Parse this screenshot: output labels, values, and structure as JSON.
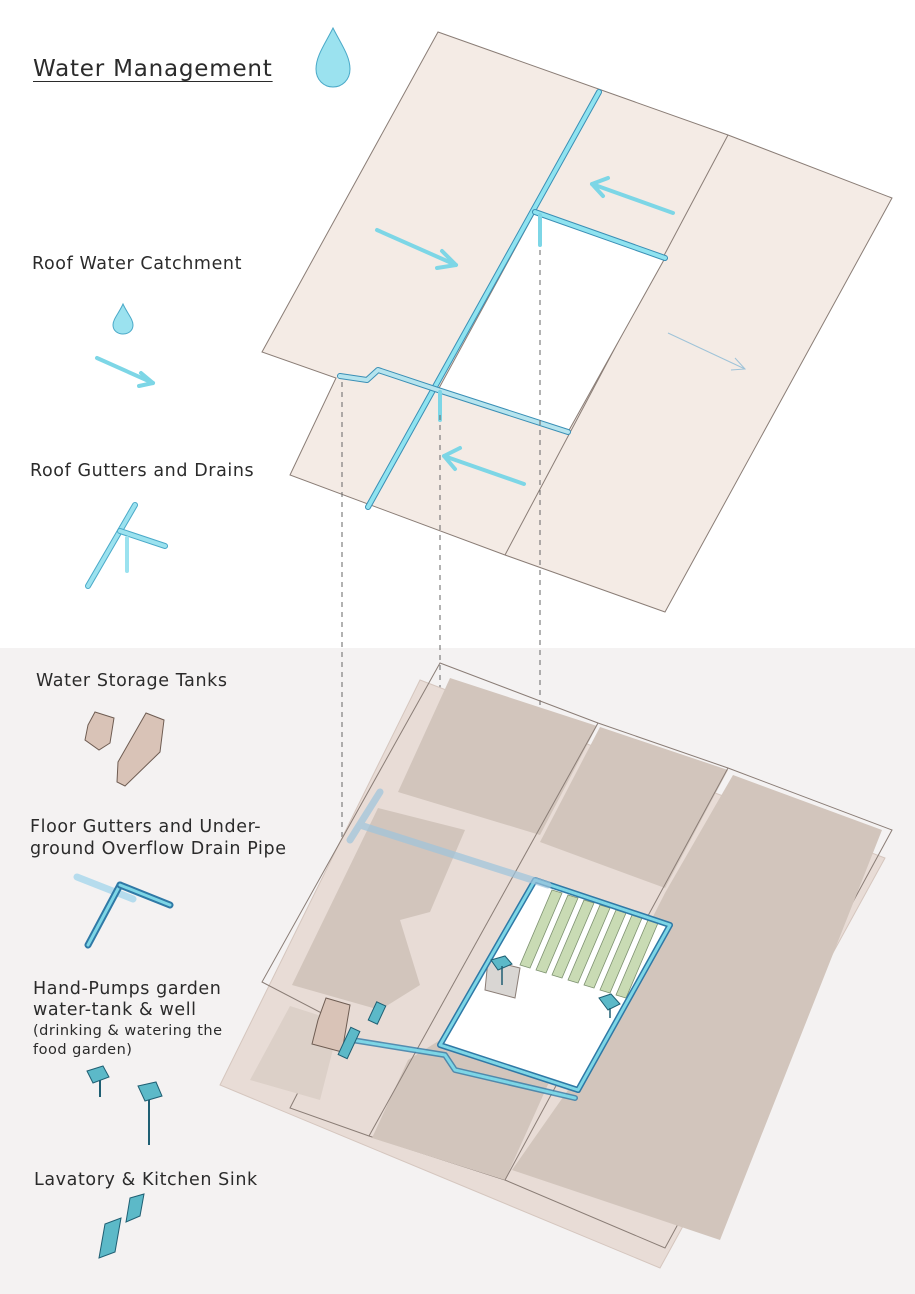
{
  "title": "Water Management",
  "legend": [
    {
      "id": "roof-catchment",
      "label": "Roof Water Catchment"
    },
    {
      "id": "roof-gutters",
      "label": "Roof Gutters and Drains"
    },
    {
      "id": "storage-tanks",
      "label": "Water Storage Tanks"
    },
    {
      "id": "floor-gutters",
      "label_line1": "Floor Gutters and Under-",
      "label_line2": "ground Overflow Drain Pipe"
    },
    {
      "id": "hand-pumps",
      "label_line1": "Hand-Pumps garden",
      "label_line2": "water-tank & well",
      "note_line1": "(drinking & watering the",
      "note_line2": "food garden)"
    },
    {
      "id": "sinks",
      "label": "Lavatory & Kitchen Sink"
    }
  ],
  "colors": {
    "water": "#7dd6e6",
    "water_dark": "#3a8fb5",
    "roof": "#f4ebe5",
    "roof_stroke": "#8a7d76",
    "wall": "#d2c5bc",
    "ground_band": "#f4f2f2",
    "tank": "#d9c3b7",
    "garden": "#c9dbb4"
  },
  "icons": [
    "water-drop-icon",
    "flow-arrow-icon",
    "gutter-icon",
    "storage-tank-icon",
    "drain-pipe-icon",
    "hand-pump-icon",
    "sink-icon"
  ]
}
